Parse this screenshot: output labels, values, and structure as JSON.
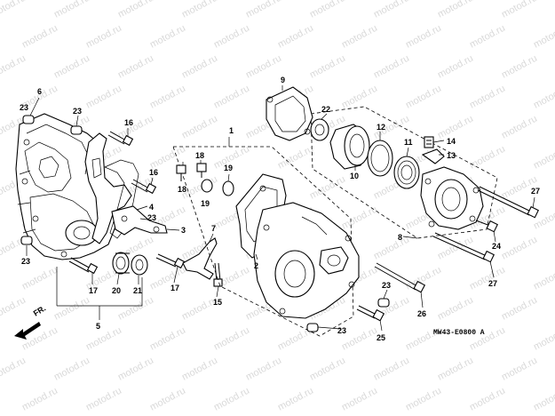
{
  "watermark": "motod.ru",
  "diagram_code": "MW43-E0800 A",
  "direction_label": "FR.",
  "callouts": {
    "c1": "1",
    "c2": "2",
    "c3": "3",
    "c4": "4",
    "c5": "5",
    "c6": "6",
    "c8": "8",
    "c9": "9",
    "c10": "10",
    "c11": "11",
    "c12": "12",
    "c13": "13",
    "c14": "14",
    "c15": "15",
    "c16a": "16",
    "c16b": "16",
    "c17a": "17",
    "c17b": "17",
    "c18a": "18",
    "c18b": "18",
    "c19a": "19",
    "c19b": "19",
    "c20": "20",
    "c21": "21",
    "c22": "22",
    "c23a": "23",
    "c23b": "23",
    "c23c": "23",
    "c23d": "23",
    "c23e": "23",
    "c23f": "23",
    "c24": "24",
    "c25": "25",
    "c26": "26",
    "c27a": "27",
    "c27b": "27"
  }
}
